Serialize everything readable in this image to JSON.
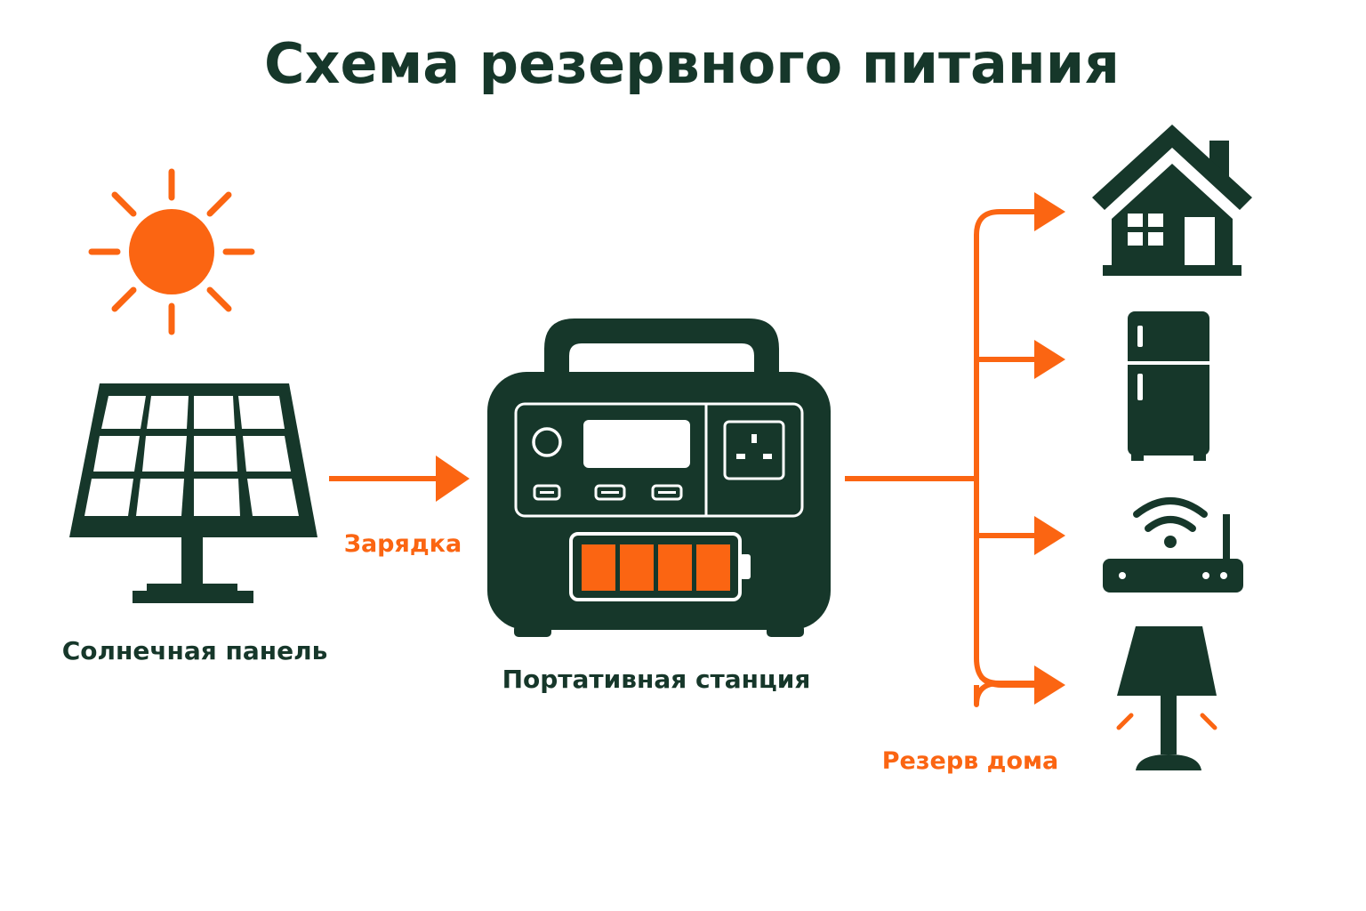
{
  "title": "Схема резервного питания",
  "colors": {
    "dark": "#16372a",
    "accent": "#fb6512",
    "background": "#ffffff"
  },
  "nodes": {
    "sun": {
      "icon": "sun-icon"
    },
    "solar_panel": {
      "icon": "solar-panel-icon",
      "label": "Солнечная панель"
    },
    "station": {
      "icon": "portable-power-station-icon",
      "label": "Портативная станция",
      "battery_level": 1.0
    },
    "house": {
      "icon": "house-icon"
    },
    "fridge": {
      "icon": "refrigerator-icon"
    },
    "router": {
      "icon": "wifi-router-icon"
    },
    "lamp": {
      "icon": "lamp-icon"
    }
  },
  "edges": {
    "charge": {
      "label": "Зарядка"
    },
    "backup": {
      "label": "Резерв дома"
    }
  }
}
